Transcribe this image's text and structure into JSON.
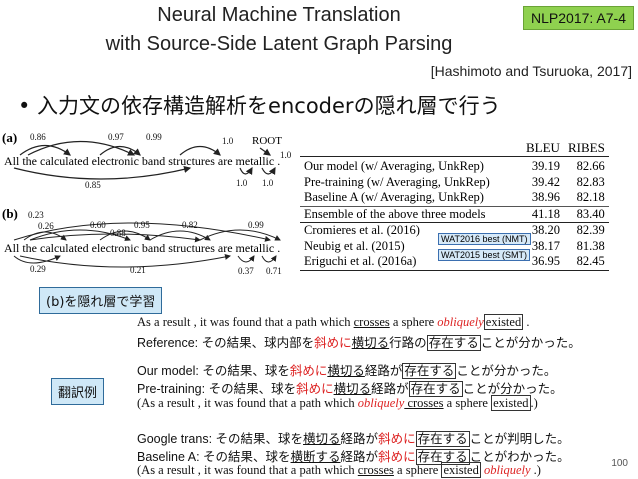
{
  "header": {
    "title_line1": "Neural Machine Translation",
    "title_line2": "with Source-Side Latent Graph Parsing",
    "citation": "[Hashimoto and Tsuruoka, 2017]",
    "badge": "NLP2017: A7-4"
  },
  "bullet": "• 入力文の依存構造解析をencoderの隠れ層で行う",
  "graph_a": {
    "label": "(a)",
    "sentence": "All the calculated electronic band structures are metallic .",
    "root": "ROOT",
    "weights": [
      "0.86",
      "0.97",
      "0.99",
      "0.85",
      "1.0",
      "1.0",
      "1.0",
      "1.0"
    ]
  },
  "graph_b": {
    "label": "(b)",
    "sentence": "All the calculated electronic band structures are metallic .",
    "weights": [
      "0.23",
      "0.26",
      "0.60",
      "0.95",
      "0.82",
      "0.99",
      "0.88",
      "0.29",
      "0.21",
      "0.37",
      "0.71"
    ]
  },
  "tags": {
    "b_hidden": "(b)を隠れ層で学習",
    "examples": "翻訳例",
    "wat2016": "WAT2016 best (NMT)",
    "wat2015": "WAT2015 best (SMT)"
  },
  "results": {
    "headers": [
      "",
      "BLEU",
      "RIBES"
    ],
    "rows": [
      {
        "name": "Our model (w/ Averaging, UnkRep)",
        "bleu": "39.19",
        "ribes": "82.66"
      },
      {
        "name": "Pre-training (w/ Averaging, UnkRep)",
        "bleu": "39.42",
        "ribes": "82.83"
      },
      {
        "name": "Baseline A (w/ Averaging, UnkRep)",
        "bleu": "38.96",
        "ribes": "82.18"
      },
      {
        "name": "Ensemble of the above three models",
        "bleu": "41.18",
        "ribes": "83.40"
      },
      {
        "name": "Cromieres et al. (2016)",
        "bleu": "38.20",
        "ribes": "82.39"
      },
      {
        "name": "Neubig et al. (2015)",
        "bleu": "38.17",
        "ribes": "81.38"
      },
      {
        "name": "Eriguchi et al. (2016a)",
        "bleu": "36.95",
        "ribes": "82.45"
      }
    ]
  },
  "examples": {
    "src1_a": "As a result , it was found that a path which ",
    "src1_b": "crosses",
    "src1_c": " a sphere ",
    "src1_d": "obliquely",
    "src1_e": "existed",
    "src1_f": " .",
    "ref_lab": "Reference: ",
    "ref_a": "その結果、球内部を",
    "ref_b": "斜めに",
    "ref_c": "横切る",
    "ref_d": "行路の",
    "ref_e": "存在する",
    "ref_f": "ことが分かった。",
    "our_lab": "Our model: ",
    "our_a": "その結果、球を",
    "our_b": "斜めに",
    "our_c": "横切る",
    "our_d": "経路が",
    "our_e": "存在する",
    "our_f": "ことが分かった。",
    "pre_lab": "Pre-training: ",
    "pre_a": "その結果、球を",
    "pre_b": "斜めに",
    "pre_c": "横切る",
    "pre_d": "経路が",
    "pre_e": "存在する",
    "pre_f": "ことが分かった。",
    "back1_a": "(As a result , it was found that a path which ",
    "back1_b": "obliquely",
    "back1_c": " crosses",
    "back1_d": " a sphere ",
    "back1_e": "existed",
    "back1_f": ".)",
    "goo_lab": "Google trans: ",
    "goo_a": "その結果、球を",
    "goo_b": "横切る",
    "goo_c": "経路が",
    "goo_d": "斜めに",
    "goo_e": "存在する",
    "goo_f": "ことが判明した。",
    "bas_lab": "Baseline A: ",
    "bas_a": "その結果、球を",
    "bas_b": "横断する",
    "bas_c": "経路が",
    "bas_d": "斜めに",
    "bas_e": "存在する",
    "bas_f": "ことがわかった。",
    "back2_a": "(As a result , it was found that a path which ",
    "back2_b": "crosses",
    "back2_c": " a sphere ",
    "back2_d": "existed",
    "back2_e": " obliquely",
    "back2_f": " .)"
  },
  "page_number": "100"
}
